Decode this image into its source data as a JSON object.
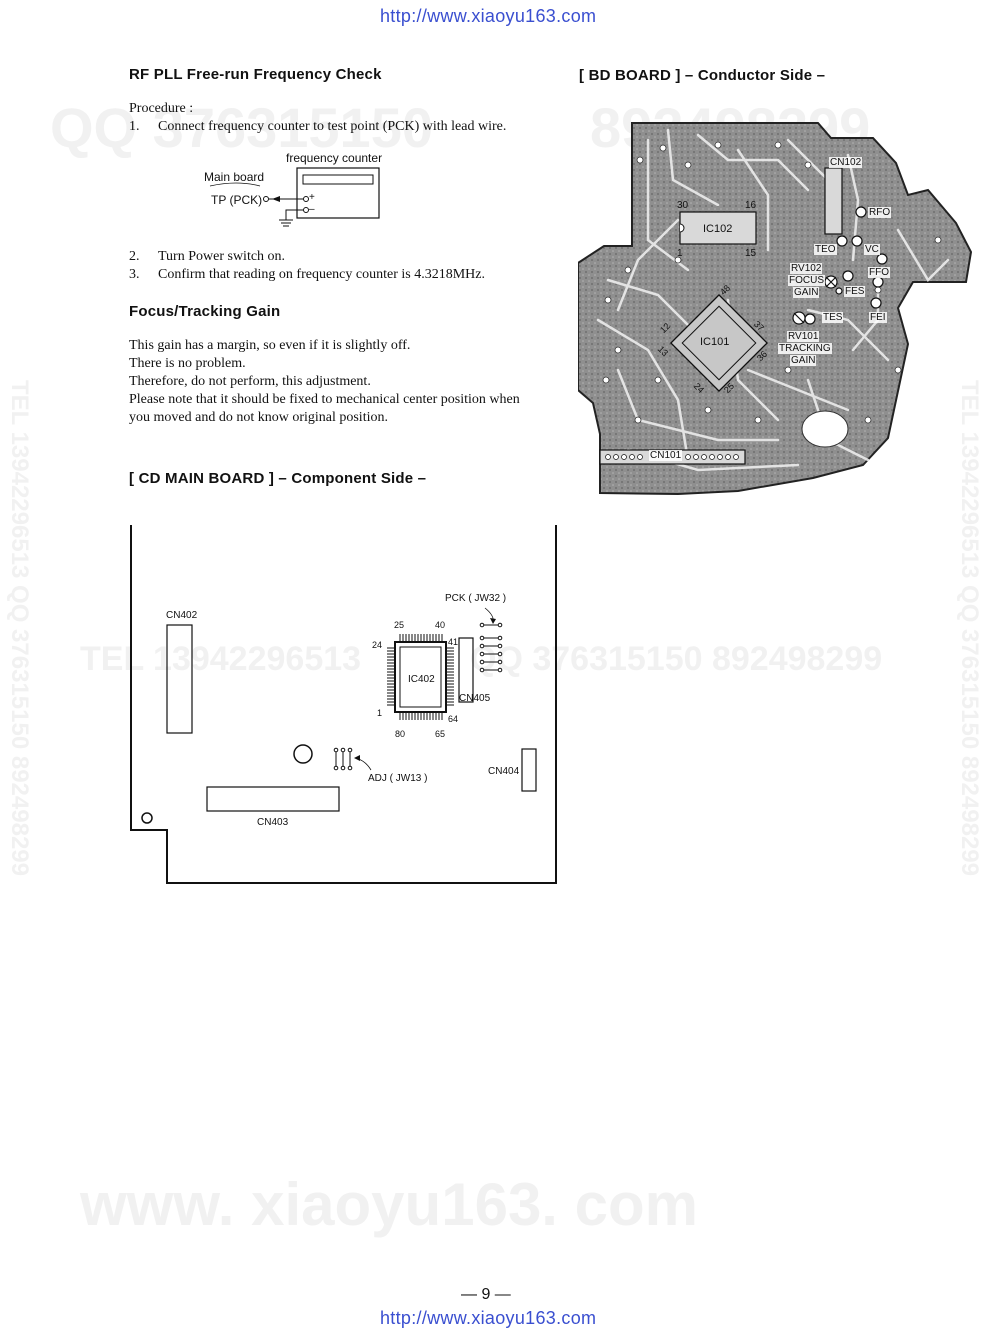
{
  "header_url": "http://www.xiaoyu163.com",
  "footer_url": "http://www.xiaoyu163.com",
  "watermarks": {
    "qq_top": "QQ 376315150",
    "num_top": "892498299",
    "tel_mid": "TEL 13942296513",
    "qq_mid": "QQ 376315150 892498299",
    "side": "TEL 13942296513 QQ 376315150 892498299",
    "www": "www. xiaoyu163. com"
  },
  "rf_pll": {
    "title": "RF PLL Free-run Frequency Check",
    "procedure_label": "Procedure :",
    "steps": [
      {
        "num": "1.",
        "text": "Connect frequency counter to test point (PCK) with lead wire."
      },
      {
        "num": "2.",
        "text": "Turn Power switch on."
      },
      {
        "num": "3.",
        "text": "Confirm that reading on frequency counter is 4.3218MHz."
      }
    ],
    "diagram": {
      "counter_label": "frequency counter",
      "board_label": "Main board",
      "tp_label": "TP (PCK)",
      "plus": "+",
      "minus": "–"
    }
  },
  "focus": {
    "title": "Focus/Tracking Gain",
    "lines": [
      "This gain has a margin, so even if it is slightly off.",
      "There is no problem.",
      "Therefore, do not perform, this adjustment.",
      "Please note that it should be fixed to mechanical center position when",
      "you moved and do not know original position."
    ]
  },
  "cd_main": {
    "title": "[ CD MAIN BOARD ] – Component Side –",
    "labels": {
      "cn402": "CN402",
      "cn403": "CN403",
      "cn404": "CN404",
      "cn405": "CN405",
      "ic402": "IC402",
      "pck": "PCK ( JW32 )",
      "adj": "ADJ ( JW13 )",
      "p25": "25",
      "p40": "40",
      "p24": "24",
      "p41": "41",
      "p1": "1",
      "p64": "64",
      "p80": "80",
      "p65": "65"
    }
  },
  "bd_board": {
    "title": "[ BD BOARD ] – Conductor Side –",
    "labels": {
      "cn102": "CN102",
      "ic102": "IC102",
      "p30": "30",
      "p16": "16",
      "p1": "1",
      "p15": "15",
      "rfo": "RFO",
      "teo": "TEO",
      "vc": "VC",
      "ffo": "FFO",
      "fes": "FES",
      "tes": "TES",
      "fei": "FEI",
      "rv102": "RV102",
      "focus": "FOCUS",
      "gain1": "GAIN",
      "rv101": "RV101",
      "tracking": "TRACKING",
      "gain2": "GAIN",
      "ic101": "IC101",
      "cn101": "CN101",
      "d48": "48",
      "d12": "12",
      "d13": "13",
      "d37": "37",
      "d36": "36",
      "d24": "24",
      "d25": "25"
    }
  },
  "page_number": "— 9 —"
}
